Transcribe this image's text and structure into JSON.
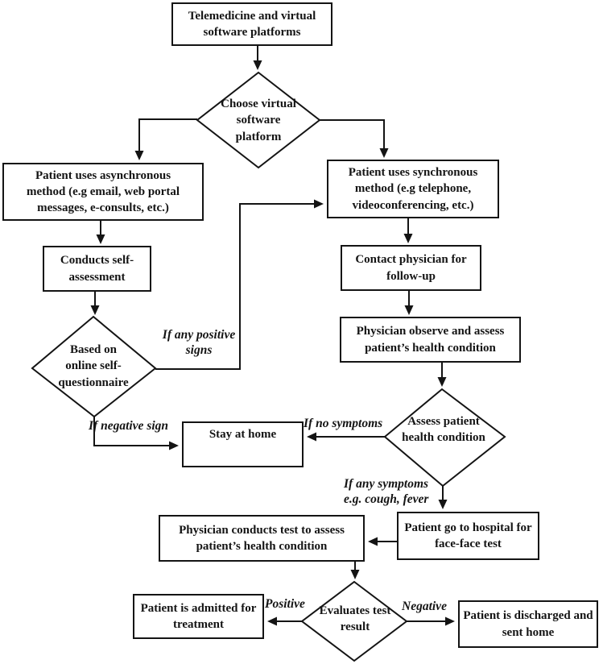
{
  "figure": {
    "type": "flowchart",
    "background": "#ffffff",
    "ink": "#141414",
    "topic": "Telemedicine patient flow between asynchronous and synchronous virtual care"
  },
  "nodes": {
    "start": "Telemedicine and virtual software platforms",
    "choose": "Choose virtual software platform",
    "async": "Patient uses asynchronous method (e.g email, web portal messages, e-consults, etc.)",
    "sync": "Patient uses synchronous method (e.g telephone, videoconferencing, etc.)",
    "self_assessment": "Conducts self-assessment",
    "questionnaire": "Based on online self-questionnaire",
    "stay_home": "Stay at home",
    "contact": "Contact physician for follow-up",
    "observe": "Physician observe and assess patient’s health condition",
    "assess": "Assess patient health condition",
    "hospital": "Patient go to hospital for face-face test",
    "test": "Physician conducts test to assess patient’s health condition",
    "evaluate": "Evaluates test result",
    "admitted": "Patient is admitted for treatment",
    "discharged": "Patient is discharged and sent home"
  },
  "edge_labels": {
    "positive_signs": "If any positive signs",
    "negative_sign": "If negative sign",
    "no_symptoms": "If no symptoms",
    "any_symptoms": "If any symptoms e.g. cough, fever",
    "positive": "Positive",
    "negative": "Negative"
  }
}
